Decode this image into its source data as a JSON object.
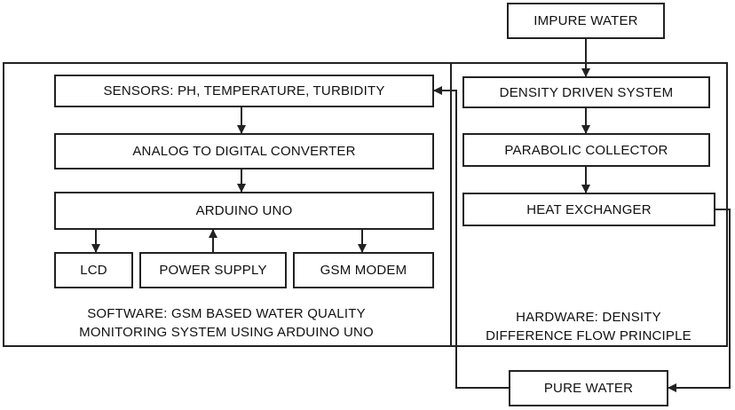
{
  "blocks": {
    "impure_water": "IMPURE WATER",
    "sensors": "SENSORS: PH, TEMPERATURE, TURBIDITY",
    "adc": "ANALOG TO DIGITAL CONVERTER",
    "arduino": "ARDUINO UNO",
    "lcd": "LCD",
    "power_supply": "POWER SUPPLY",
    "gsm_modem": "GSM MODEM",
    "density_system": "DENSITY DRIVEN SYSTEM",
    "parabolic_collector": "PARABOLIC COLLECTOR",
    "heat_exchanger": "HEAT EXCHANGER",
    "pure_water": "PURE WATER"
  },
  "captions": {
    "software_line1": "SOFTWARE: GSM BASED WATER QUALITY",
    "software_line2": "MONITORING SYSTEM USING ARDUINO UNO",
    "hardware_line1": "HARDWARE: DENSITY",
    "hardware_line2": "DIFFERENCE FLOW PRINCIPLE"
  },
  "colors": {
    "stroke": "#222222",
    "background": "#ffffff"
  }
}
